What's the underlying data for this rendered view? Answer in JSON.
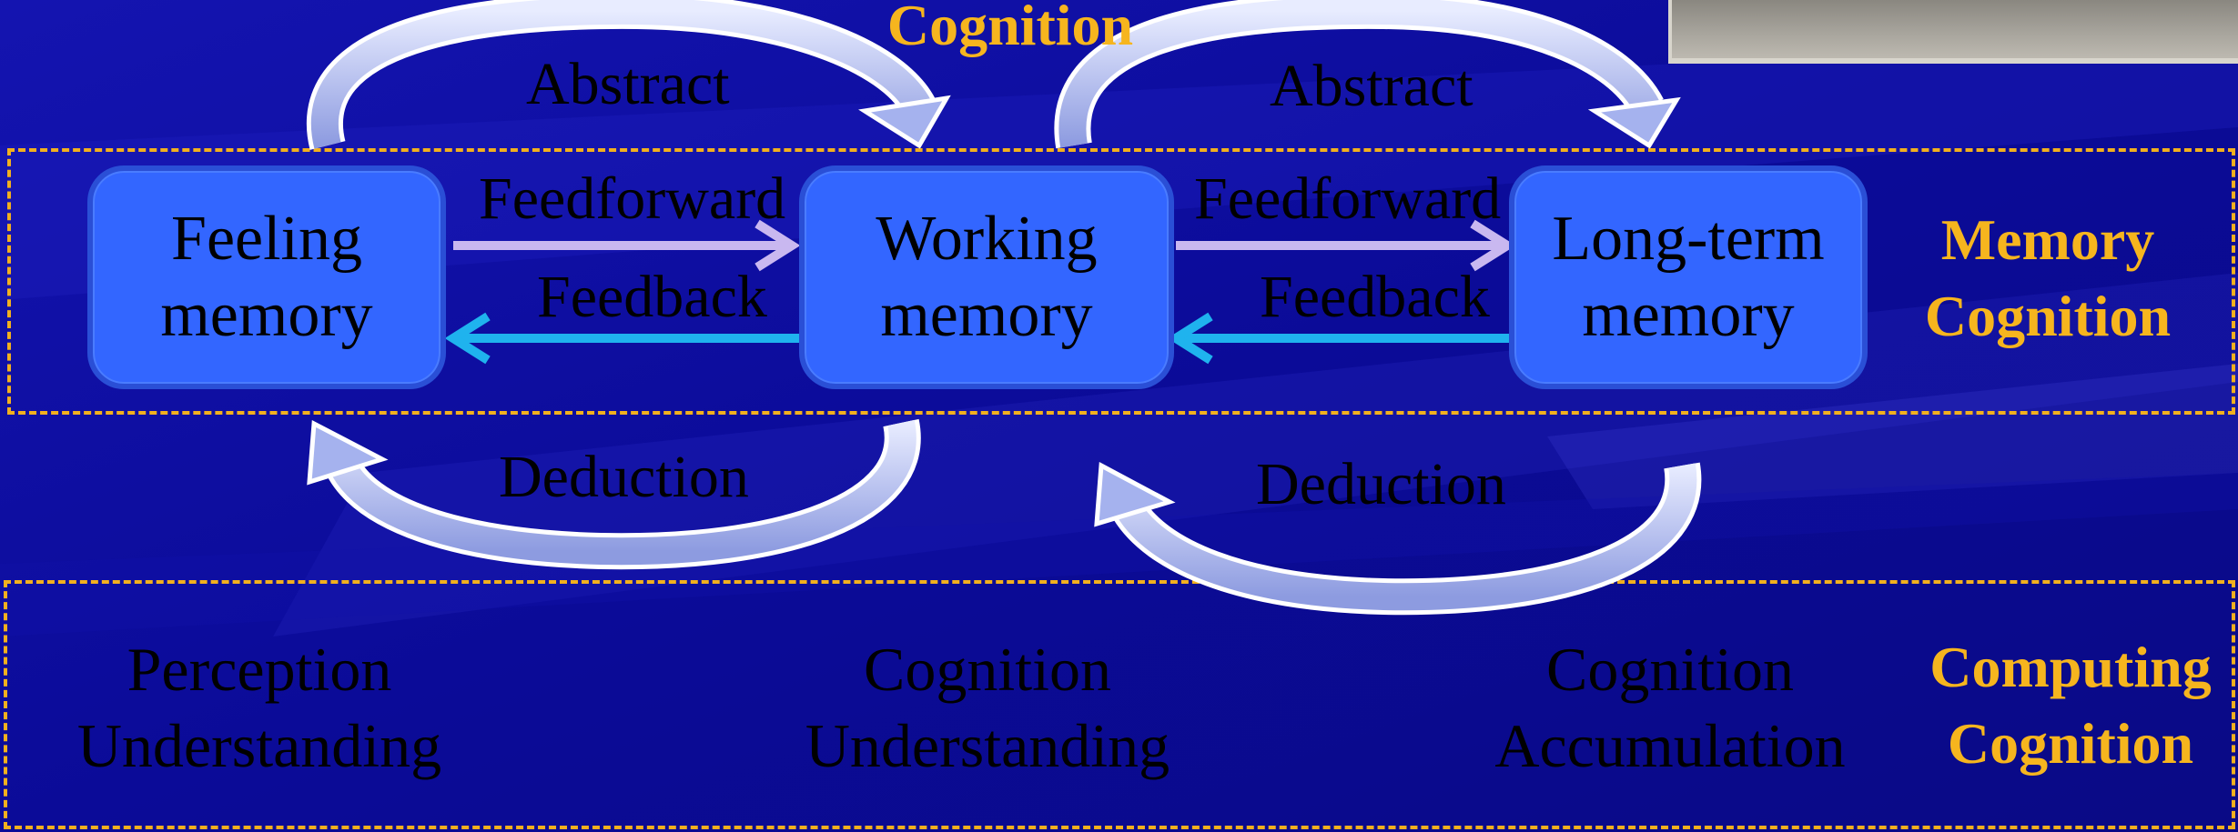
{
  "title_top": "Cognition",
  "memory_boxes": {
    "feeling": [
      "Feeling",
      "memory"
    ],
    "working": [
      "Working",
      "memory"
    ],
    "longterm": [
      "Long-term",
      "memory"
    ]
  },
  "arrow_labels": {
    "abstract_1": "Abstract",
    "abstract_2": "Abstract",
    "feedforward_1": "Feedforward",
    "feedforward_2": "Feedforward",
    "feedback_1": "Feedback",
    "feedback_2": "Feedback",
    "deduction_1": "Deduction",
    "deduction_2": "Deduction"
  },
  "memory_cognition": [
    "Memory",
    "Cognition"
  ],
  "computing_cognition": [
    "Computing",
    "Cognition"
  ],
  "bottom_labels": {
    "perception": [
      "Perception",
      "Understanding"
    ],
    "cognition_understanding": [
      "Cognition",
      "Understanding"
    ],
    "cognition_accumulation": [
      "Cognition",
      "Accumulation"
    ]
  },
  "colors": {
    "background": "#0a0a9a",
    "box_fill": "#3366ff",
    "gold": "#f6b51e",
    "feedforward_arrow": "#c9b8f0",
    "feedback_arrow": "#1fb3ee",
    "curved_arrow": "#a5b2ee"
  }
}
